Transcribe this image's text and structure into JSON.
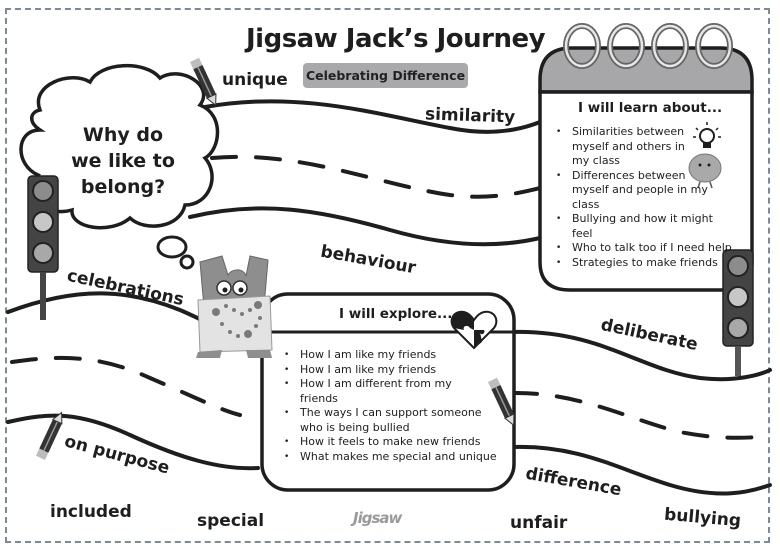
{
  "header": {
    "title": "Jigsaw Jack’s Journey",
    "badge": "Celebrating Difference"
  },
  "thought_cloud": {
    "lines": [
      "Why do",
      "we like to",
      "belong?"
    ]
  },
  "learn_panel": {
    "title": "I will learn about...",
    "items": [
      "Similarities between myself and others in my class",
      "Differences between myself and people in my class",
      "Bullying and how it might feel",
      "Who to talk too if I need help",
      "Strategies to make friends"
    ],
    "icon": "lightbulb-brain-icon"
  },
  "explore_panel": {
    "title": "I will explore...",
    "items": [
      "How I am like my friends",
      "How I am like my friends",
      "How I am different from my friends",
      "The ways I can support someone who is being bullied",
      "How it feels to make new friends",
      "What makes me special and unique"
    ],
    "icon": "puzzle-heart-icon"
  },
  "words": {
    "unique": "unique",
    "similarity": "similarity",
    "behaviour": "behaviour",
    "celebrations": "celebrations",
    "deliberate": "deliberate",
    "on_purpose": "on purpose",
    "difference": "difference",
    "included": "included",
    "special": "special",
    "unfair": "unfair",
    "bullying": "bullying"
  },
  "logo": "Jigsaw",
  "colors": {
    "ink": "#1e1e1e",
    "badge": "#a9a9ab",
    "binder": "#a7a7a9",
    "light_grey": "#bdbdbd",
    "frame": "#7a8a99"
  }
}
